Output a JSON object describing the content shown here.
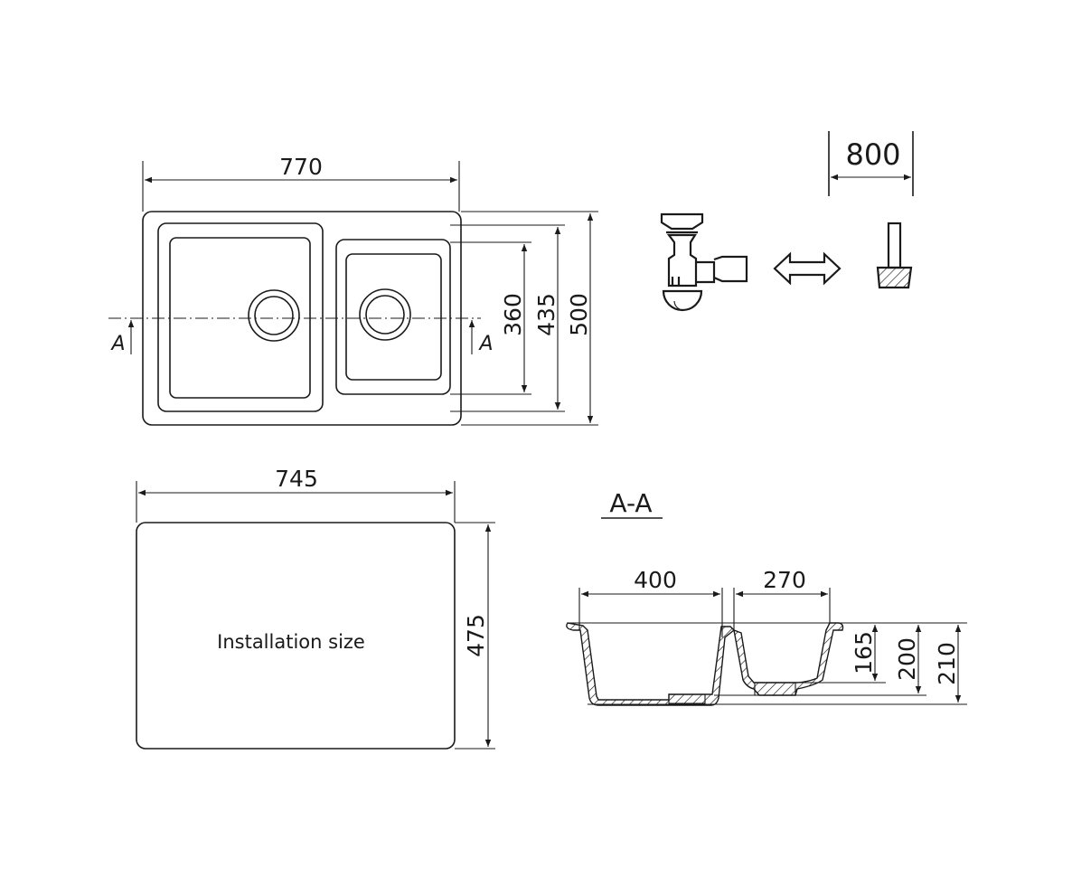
{
  "top_view": {
    "width_dim": "770",
    "depth_dims": [
      "360",
      "435",
      "500"
    ],
    "section_marker_left": "A",
    "section_marker_right": "A"
  },
  "installation": {
    "label": "Installation size",
    "width_dim": "745",
    "depth_dim": "475"
  },
  "siphon": {
    "cabinet_dim": "800",
    "icons": [
      "siphon-icon",
      "double-arrow-icon",
      "faucet-icon"
    ]
  },
  "section": {
    "title": "A-A",
    "bowl_widths": [
      "400",
      "270"
    ],
    "depths": [
      "165",
      "200",
      "210"
    ]
  }
}
